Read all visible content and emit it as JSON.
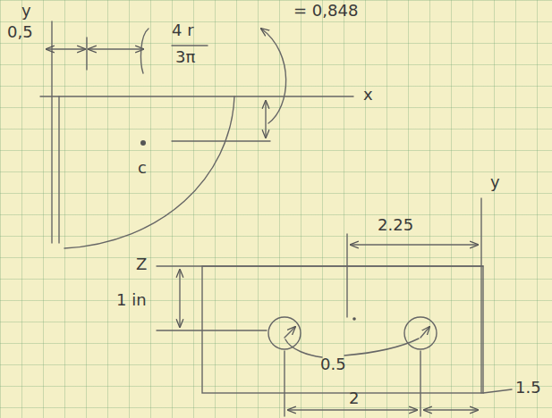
{
  "diagram": {
    "labels": [
      "y",
      "0,5",
      "4 r",
      "3π",
      "= 0,848",
      "x",
      "c",
      "y",
      "2.25",
      "Z",
      "1 in",
      "0.5",
      "2",
      "1.5"
    ]
  }
}
